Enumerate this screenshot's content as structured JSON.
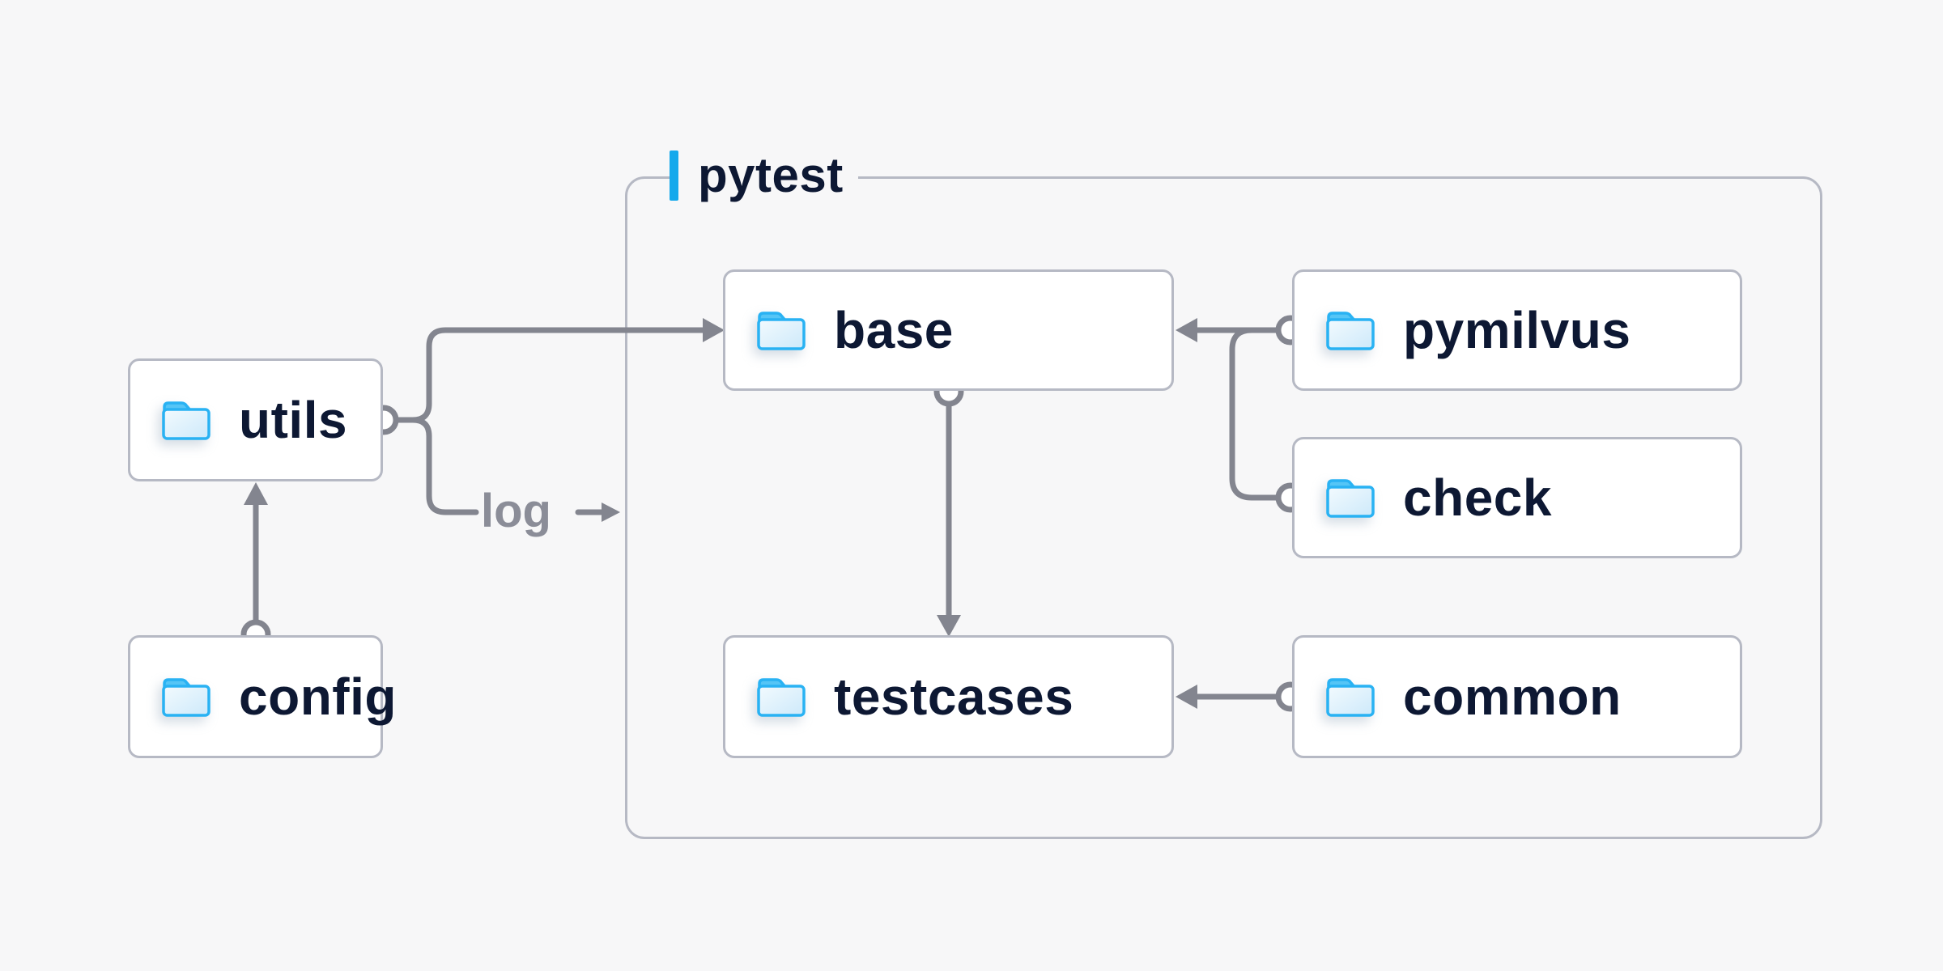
{
  "theme": {
    "bg": "#f7f7f8",
    "node_border": "#b6b9c4",
    "line_gray": "#83858f",
    "text_navy": "#0d1833",
    "muted_gray": "#8b8d98",
    "accent_blue": "#14a9ec",
    "folder_blue": "#29b2f3"
  },
  "diagram": {
    "group": {
      "label": "pytest"
    },
    "nodes": [
      {
        "id": "utils",
        "label": "utils",
        "icon": "folder-icon"
      },
      {
        "id": "config",
        "label": "config",
        "icon": "folder-icon"
      },
      {
        "id": "base",
        "label": "base",
        "icon": "folder-icon"
      },
      {
        "id": "pymilvus",
        "label": "pymilvus",
        "icon": "folder-icon"
      },
      {
        "id": "check",
        "label": "check",
        "icon": "folder-icon"
      },
      {
        "id": "testcases",
        "label": "testcases",
        "icon": "folder-icon"
      },
      {
        "id": "common",
        "label": "common",
        "icon": "folder-icon"
      }
    ],
    "edge_label": {
      "text": "log"
    },
    "edges": [
      {
        "from": "config",
        "to": "utils"
      },
      {
        "from": "utils",
        "to": "base"
      },
      {
        "from": "utils",
        "to": "log"
      },
      {
        "from": "pymilvus",
        "to": "base"
      },
      {
        "from": "check",
        "to": "base"
      },
      {
        "from": "base",
        "to": "testcases"
      },
      {
        "from": "common",
        "to": "testcases"
      }
    ]
  }
}
